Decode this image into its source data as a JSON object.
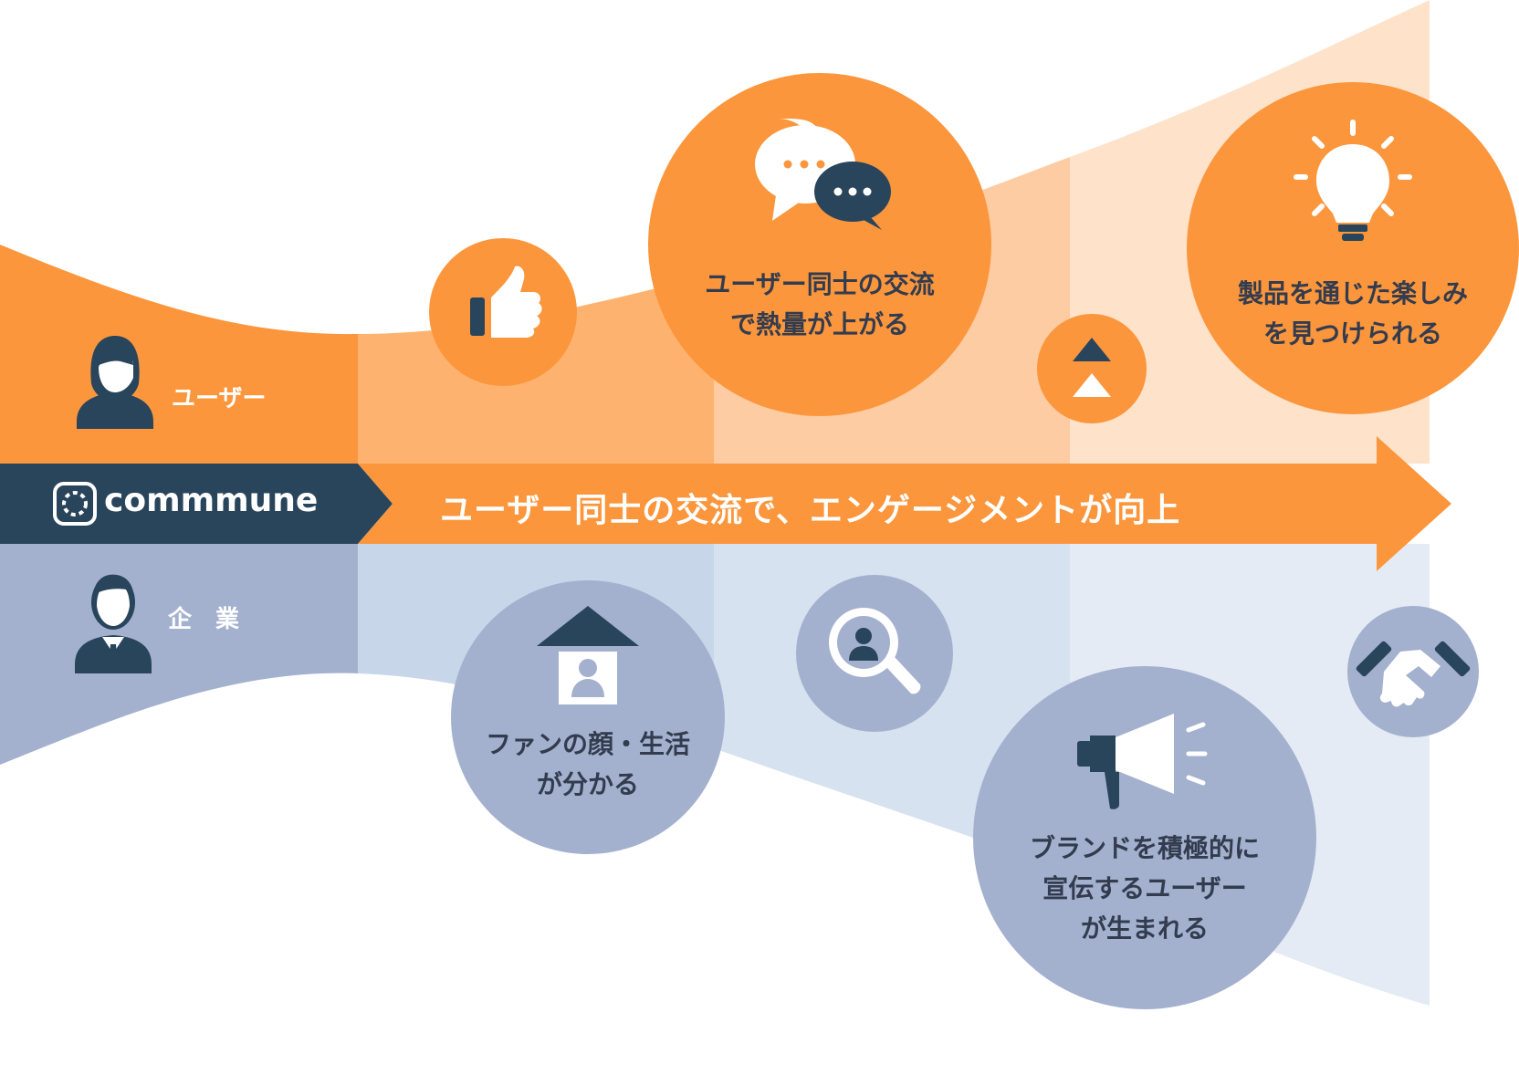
{
  "brand": {
    "name": "commmune"
  },
  "arrow": {
    "message": "ユーザー同士の交流で、エンゲージメントが向上"
  },
  "lanes": {
    "user_label": "ユーザー",
    "company_label": "企　業"
  },
  "user_bubbles": {
    "exchange": [
      "ユーザー同士の交流",
      "で熱量が上がる"
    ],
    "fun": [
      "製品を通じた楽しみ",
      "を見つけられる"
    ]
  },
  "company_bubbles": {
    "fans": [
      "ファンの顔・生活",
      "が分かる"
    ],
    "promote": [
      "ブランドを積極的に",
      "宣伝するユーザー",
      "が生まれる"
    ]
  },
  "colors": {
    "orange": "#fb963c",
    "orange_light1": "#fdb36f",
    "orange_light2": "#fdcca2",
    "orange_light3": "#fee2ca",
    "navy": "#28455c",
    "blue_gray": "#a3b1cf",
    "blue_light1": "#c8d6e9",
    "blue_light2": "#d6e2ef",
    "blue_light3": "#e5ebf4"
  },
  "icons": [
    "user-woman-icon",
    "businessman-icon",
    "commmune-logo-icon",
    "thumbs-up-icon",
    "chat-bubbles-icon",
    "double-up-arrow-icon",
    "lightbulb-icon",
    "house-profile-icon",
    "magnifier-person-icon",
    "megaphone-icon",
    "handshake-icon"
  ]
}
